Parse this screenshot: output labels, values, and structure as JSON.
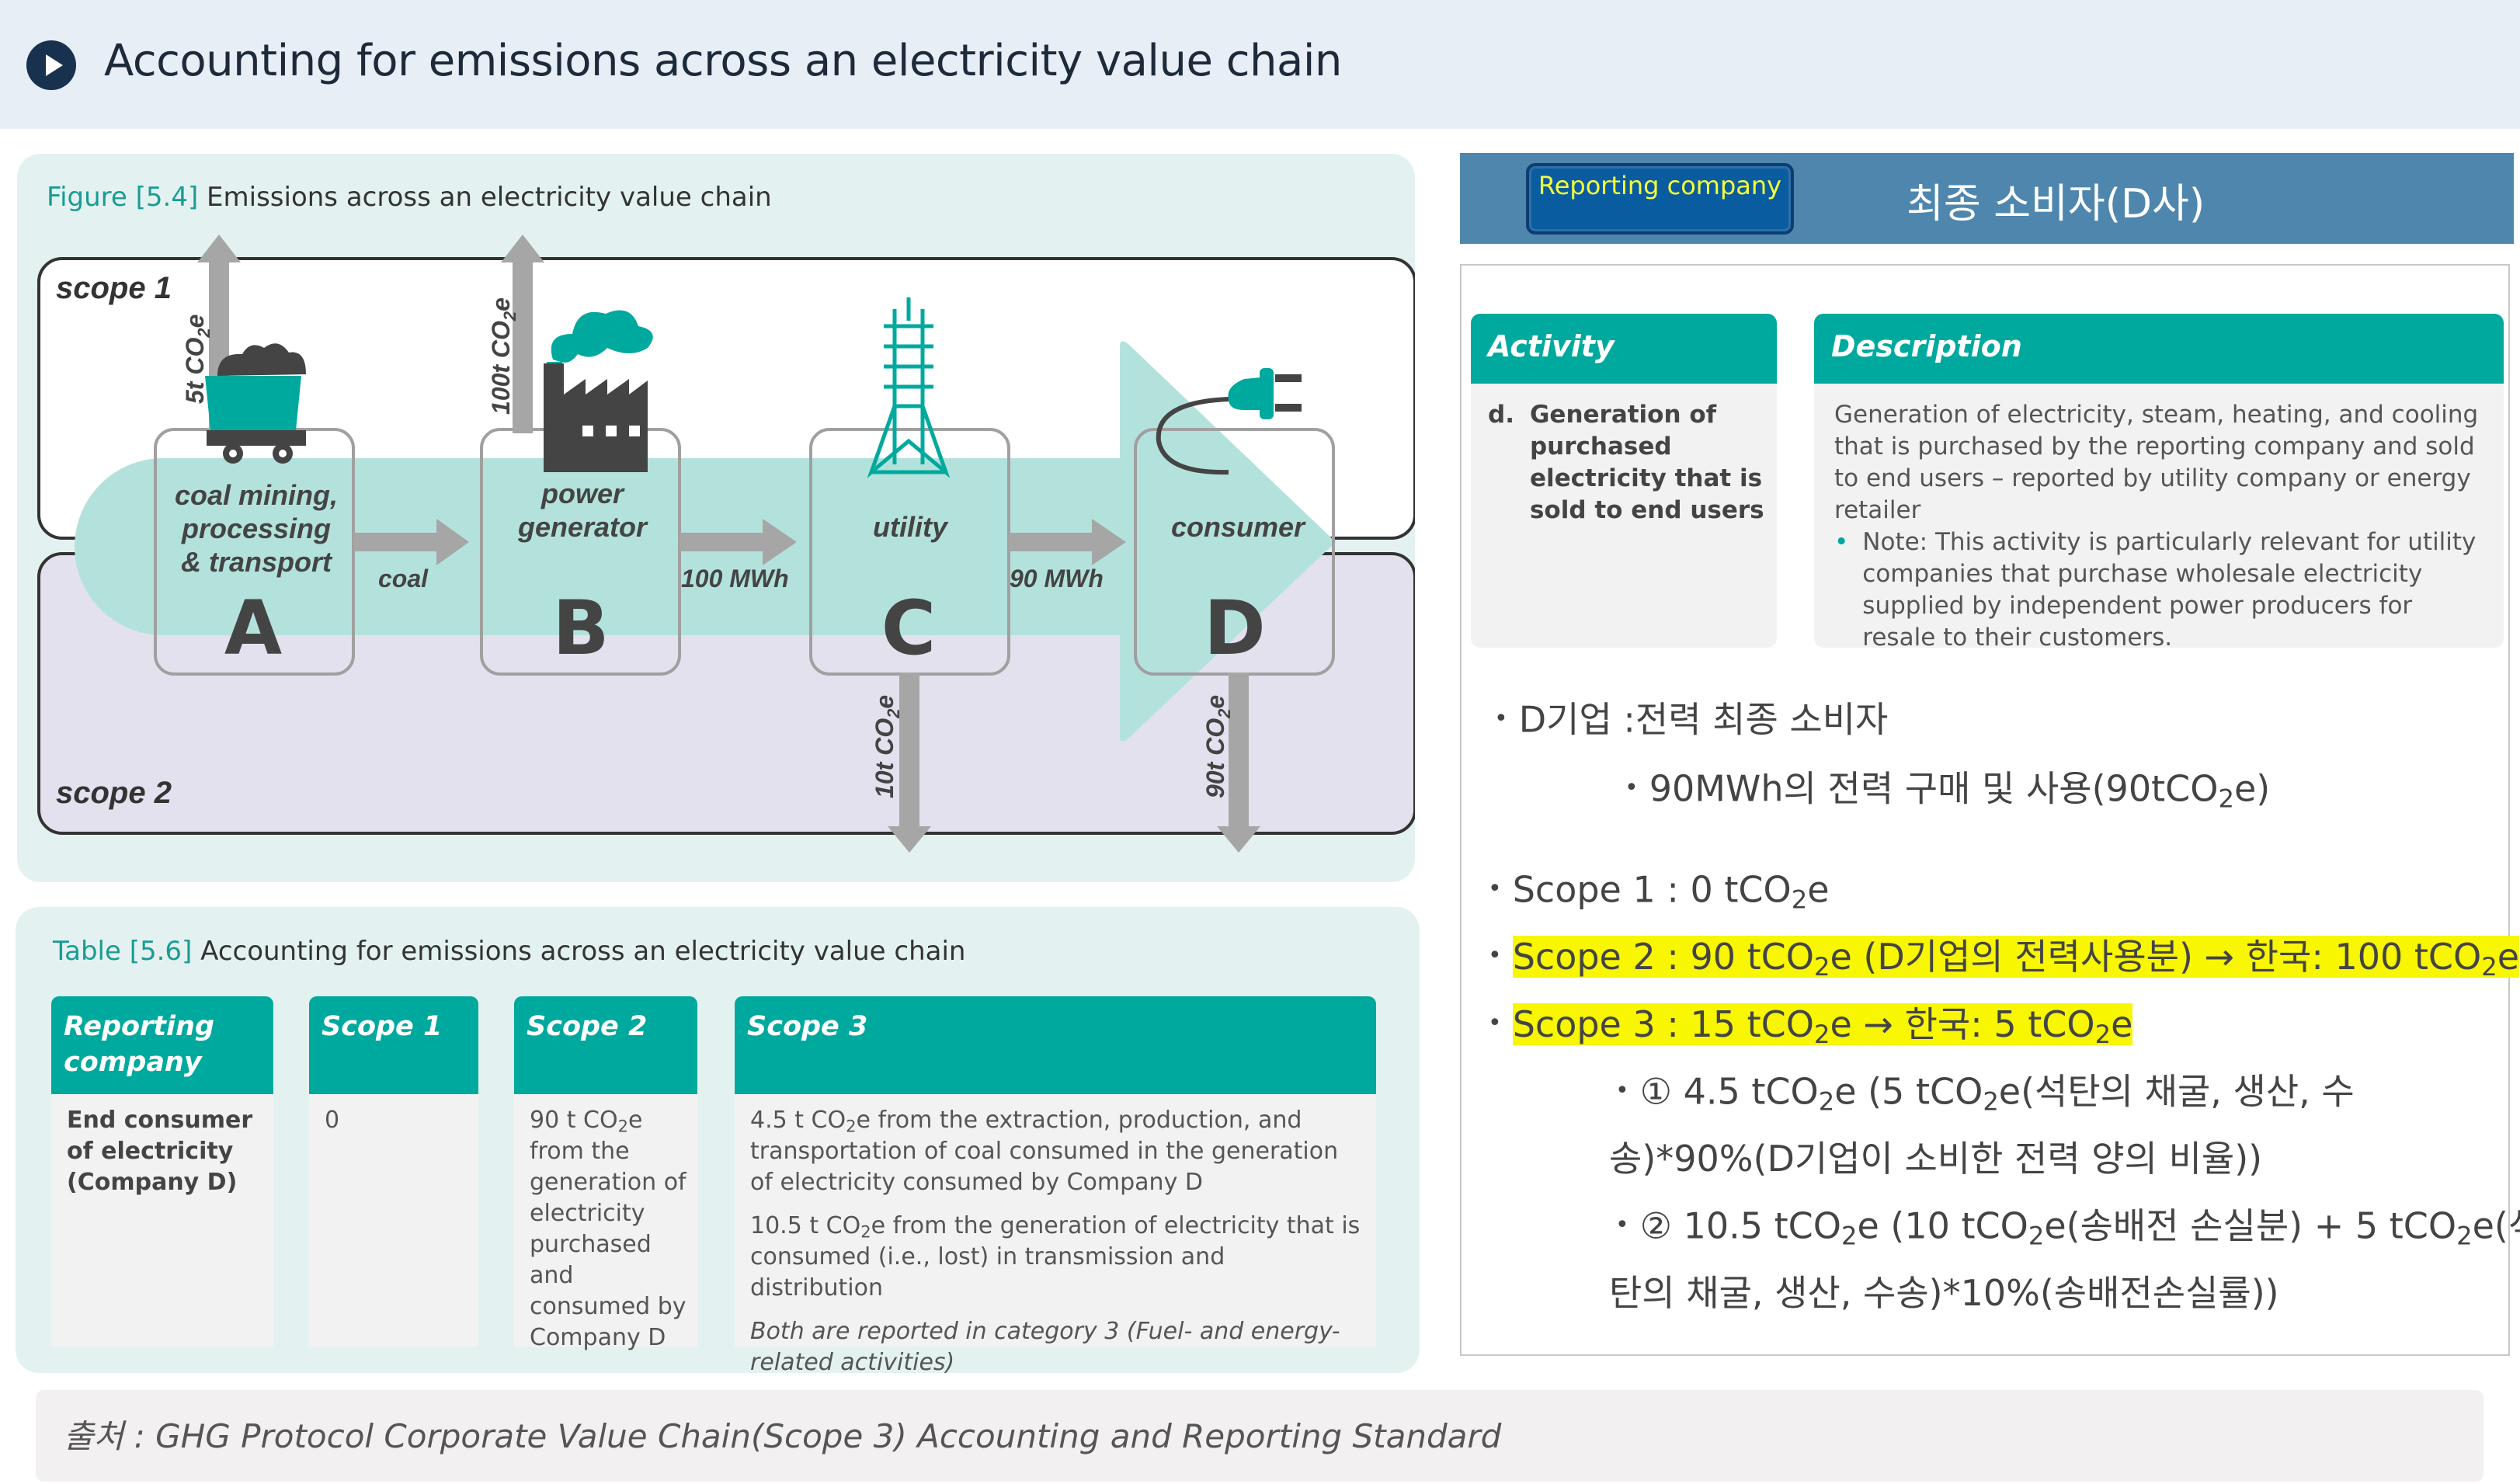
{
  "header": {
    "title": "Accounting for emissions across an electricity value chain",
    "icon": "play-circle-icon"
  },
  "figure": {
    "tag": "Figure [5.4]",
    "caption": "Emissions across an electricity value chain",
    "scope1_label": "scope 1",
    "scope2_label": "scope 2",
    "nodes": [
      {
        "lines": [
          "coal mining,",
          "processing",
          "& transport"
        ],
        "letter": "A"
      },
      {
        "lines": [
          "power",
          "generator"
        ],
        "letter": "B"
      },
      {
        "lines": [
          "utility"
        ],
        "letter": "C"
      },
      {
        "lines": [
          "consumer"
        ],
        "letter": "D"
      }
    ],
    "flow_labels": [
      "coal",
      "100 MWh",
      "90 MWh"
    ],
    "emission_labels": {
      "a_up": "5t CO",
      "b_up": "100t CO",
      "c_down": "10t CO",
      "d_down": "90t CO",
      "subscript": "2",
      "suffix": "e"
    },
    "colors": {
      "teal": "#00a99d",
      "light_teal": "#a8ded9",
      "arrow_grey": "#a6a6a6",
      "scope2_bg": "#e4e1ee"
    }
  },
  "table": {
    "tag": "Table [5.6]",
    "caption": "Accounting for emissions across an electricity value chain",
    "headers": [
      "Reporting company",
      "Scope 1",
      "Scope 2",
      "Scope 3"
    ],
    "reporting_company": "End consumer of electricity (Company D)",
    "scope1": "0",
    "scope2_pre": "90 t CO",
    "scope2_sub": "2",
    "scope2_post": "e from the generation of electricity purchased and consumed by Company D",
    "scope3_p1_pre": "4.5 t CO",
    "scope3_p1_sub": "2",
    "scope3_p1_post": "e from the extraction, production, and transportation of coal consumed in the generation of electricity consumed by Company D",
    "scope3_p2_pre": "10.5 t CO",
    "scope3_p2_sub": "2",
    "scope3_p2_post": "e from the generation of electricity that is consumed (i.e., lost) in transmission and distribution",
    "scope3_note": "Both are reported in category 3 (Fuel- and energy-related activities)"
  },
  "right": {
    "badge": "Reporting company",
    "title": "최종 소비자(D사)",
    "activity_head": "Activity",
    "description_head": "Description",
    "activity_label": "d.",
    "activity_text": "Generation of purchased electricity that is sold to end users",
    "description_text": "Generation of electricity, steam, heating, and cooling that is purchased by the reporting company and sold to end users – reported by utility company or energy retailer",
    "description_note": "Note: This activity is particularly relevant for utility companies that purchase wholesale electricity supplied by independent power producers for resale to their customers.",
    "bullet1": "D기업 :전력 최종 소비자",
    "bullet1_sub_pre": "90MWh의 전력 구매 및 사용(90tCO",
    "bullet1_sub_post": "e)",
    "scope1_pre": "Scope 1 : 0 tCO",
    "scope1_post": "e",
    "scope2_a": "Scope 2 : 90 tCO",
    "scope2_b": "e (D기업의 전력사용분) → 한국: 100 tCO",
    "scope2_c": "e",
    "scope3_a": "Scope 3 : 15 tCO",
    "scope3_b": "e → 한국: 5 tCO",
    "scope3_c": "e",
    "item1_a": "① 4.5 tCO",
    "item1_b": "e (5 tCO",
    "item1_c": "e(석탄의 채굴, 생산, 수",
    "item1_line2": "송)*90%(D기업이 소비한 전력 양의 비율))",
    "item2_a": "② 10.5 tCO",
    "item2_b": "e (10 tCO",
    "item2_c": "e(송배전 손실분) + 5 tCO",
    "item2_d": "e(석",
    "item2_line2": "탄의 채굴, 생산, 수송)*10%(송배전손실률))",
    "sub2": "2",
    "highlight_color": "#f8f600"
  },
  "source": {
    "text": "출처 : GHG Protocol Corporate Value Chain(Scope 3) Accounting and Reporting Standard"
  }
}
